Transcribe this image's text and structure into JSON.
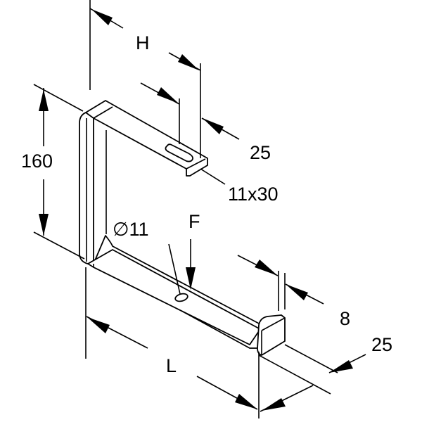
{
  "title": "Cable bracket dimension drawing",
  "dimensions": {
    "H": "H",
    "slot_offset": "25",
    "height": "160",
    "slot": "11x30",
    "hole": "∅11",
    "load": "F",
    "thickness": "8",
    "width": "25",
    "length": "L"
  },
  "colors": {
    "line": "#000000",
    "background": "#ffffff"
  }
}
